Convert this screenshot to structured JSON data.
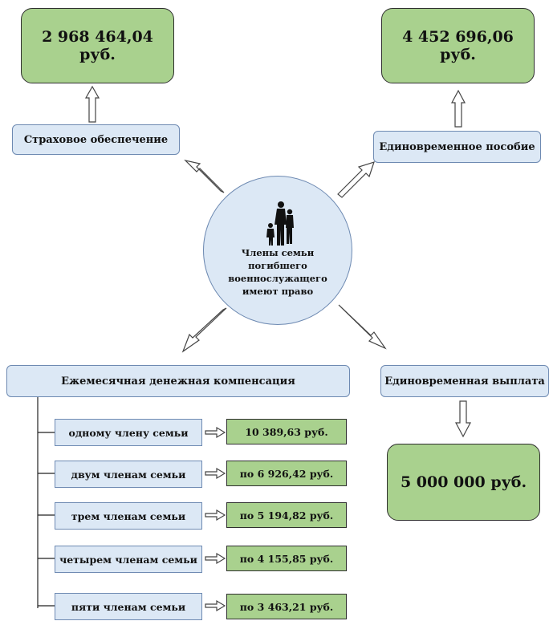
{
  "center": {
    "line1": "Члены семьи",
    "line2": "погибшего",
    "line3": "военнослужащего",
    "line4": "имеют право"
  },
  "insurance": {
    "label": "Страховое обеспечение",
    "amount": "2 968 464,04 руб."
  },
  "lump_allowance": {
    "label": "Единовременное пособие",
    "amount": "4 452 696,06 руб."
  },
  "lump_payment": {
    "label": "Единовременная выплата",
    "amount": "5 000 000 руб."
  },
  "monthly": {
    "title": "Ежемесячная денежная компенсация",
    "rows": [
      {
        "label": "одному члену семьи",
        "amount": "10 389,63 руб."
      },
      {
        "label": "двум членам семьи",
        "amount": "по 6 926,42 руб."
      },
      {
        "label": "трем членам семьи",
        "amount": "по 5 194,82 руб."
      },
      {
        "label": "четырем членам семьи",
        "amount": "по 4 155,85 руб."
      },
      {
        "label": "пяти членам семьи",
        "amount": "по 3 463,21 руб."
      }
    ]
  }
}
